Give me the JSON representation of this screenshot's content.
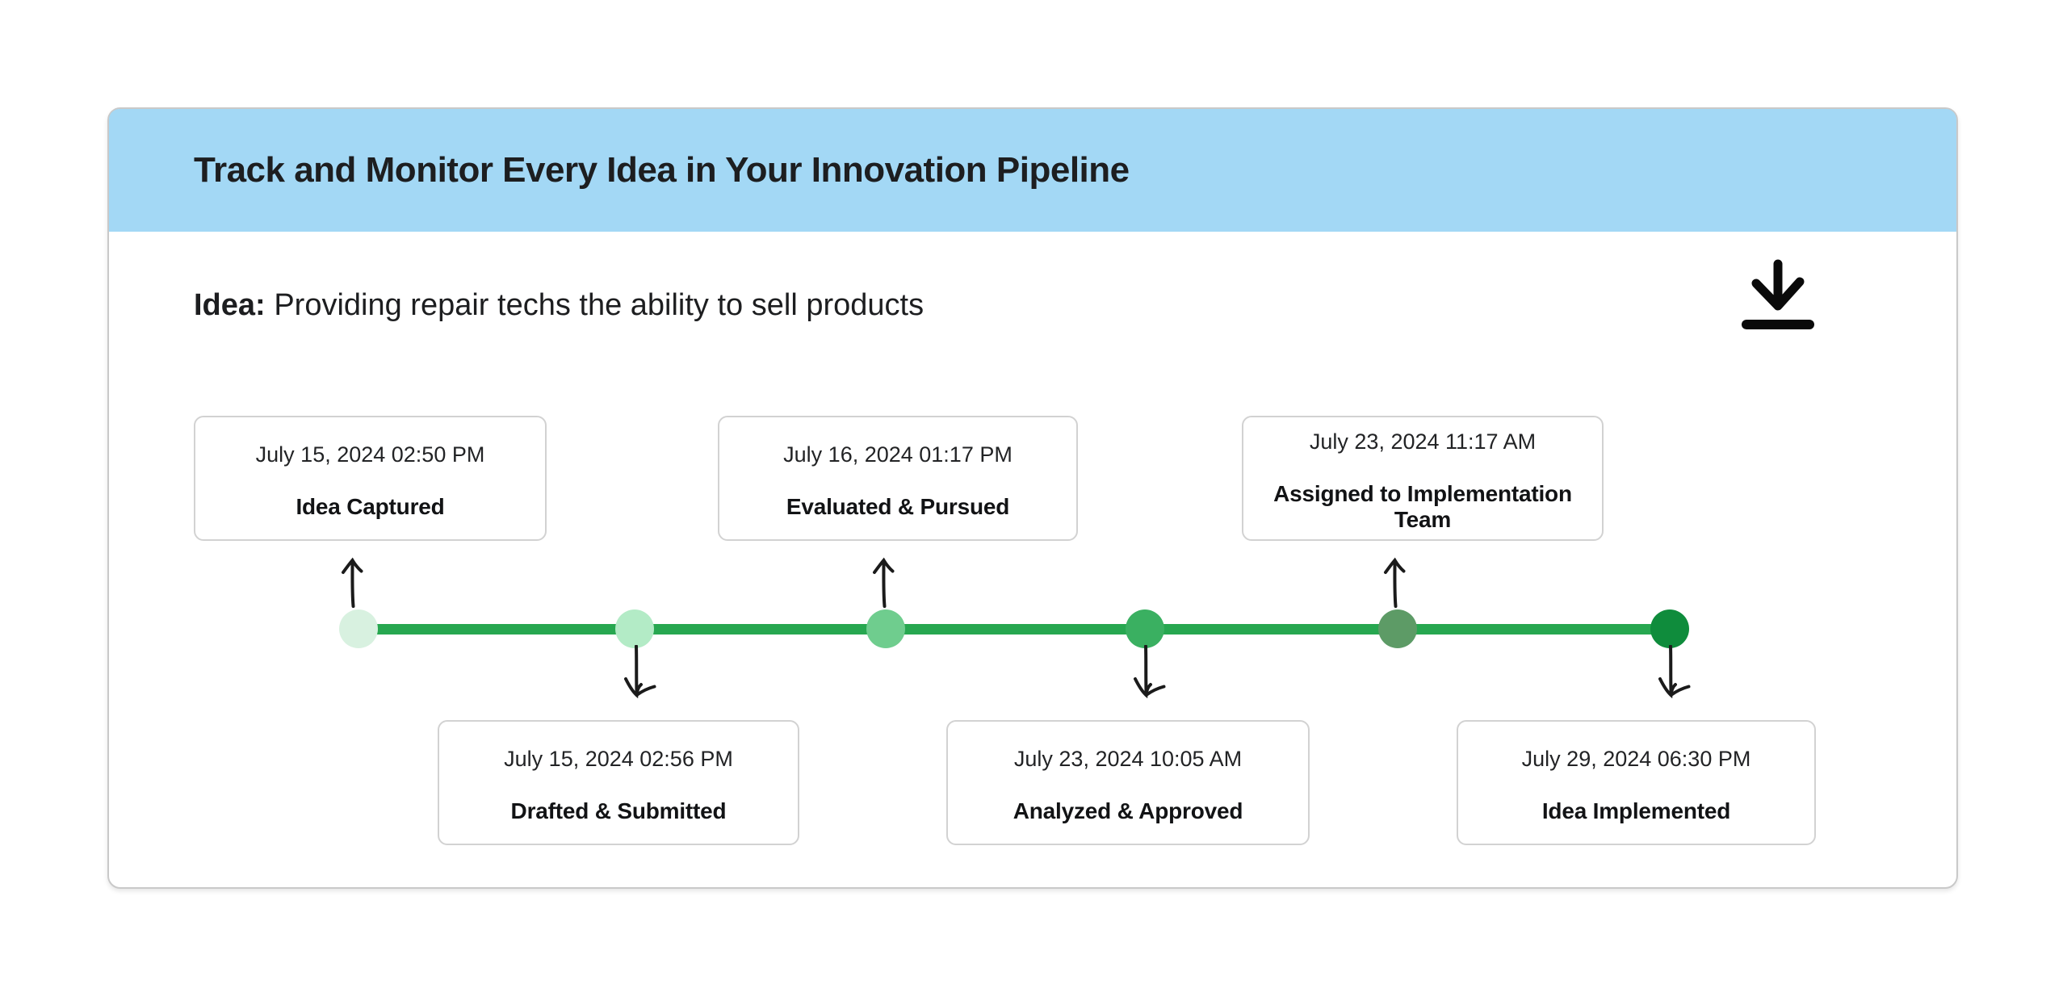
{
  "card": {
    "header": {
      "title": "Track and Monitor Every Idea in Your Innovation Pipeline",
      "background_color": "#a3d8f5"
    },
    "idea": {
      "label": "Idea:",
      "text": "Providing repair techs the ability to sell products"
    },
    "actions": {
      "download_icon": "download-icon"
    }
  },
  "timeline": {
    "line_color": "#27a750",
    "milestones": [
      {
        "datetime": "July 15, 2024 02:50 PM",
        "label": "Idea Captured",
        "position": "above",
        "dot_color": "#d8f1e0"
      },
      {
        "datetime": "July 15, 2024 02:56 PM",
        "label": "Drafted & Submitted",
        "position": "below",
        "dot_color": "#b3ebc6"
      },
      {
        "datetime": "July 16, 2024 01:17 PM",
        "label": "Evaluated & Pursued",
        "position": "above",
        "dot_color": "#6fcd8e"
      },
      {
        "datetime": "July 23, 2024 10:05 AM",
        "label": "Analyzed & Approved",
        "position": "below",
        "dot_color": "#3ab061"
      },
      {
        "datetime": "July 23, 2024 11:17 AM",
        "label": "Assigned to Implementation Team",
        "position": "above",
        "dot_color": "#5d9b66"
      },
      {
        "datetime": "July 29, 2024 06:30 PM",
        "label": "Idea Implemented",
        "position": "below",
        "dot_color": "#0f8c3c"
      }
    ]
  }
}
